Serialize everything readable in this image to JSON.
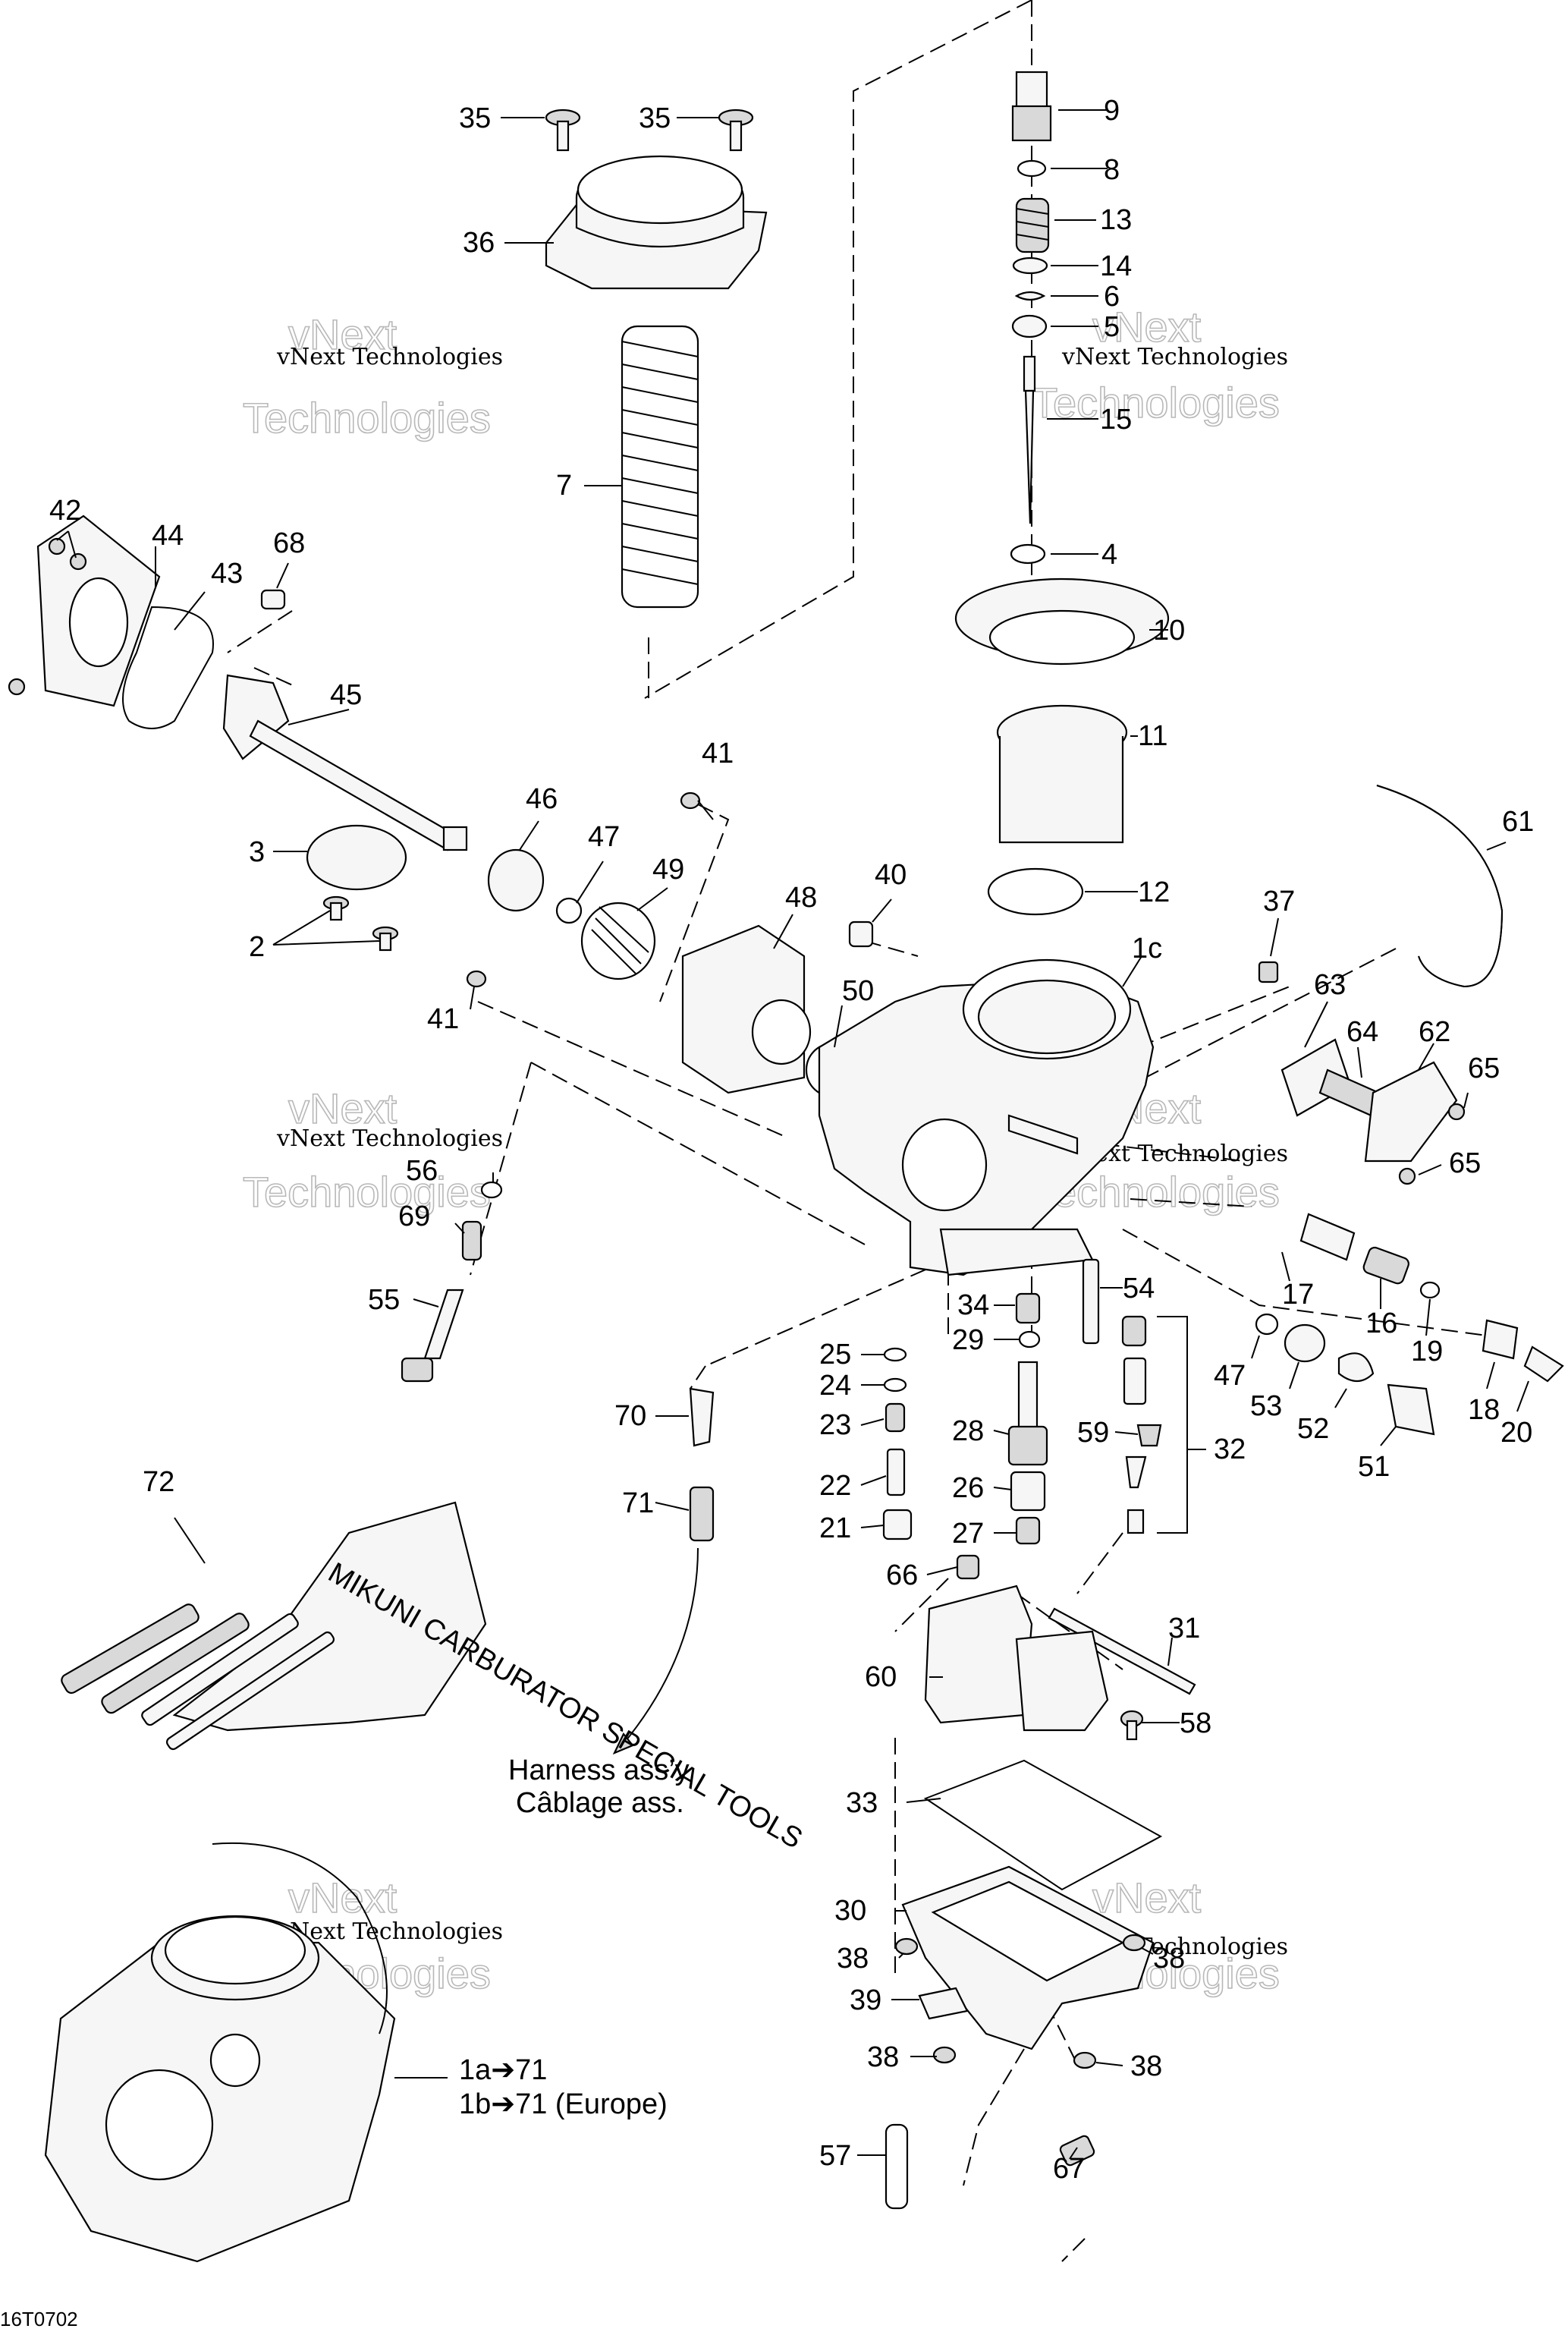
{
  "diagram": {
    "ref_code": "16T0702",
    "harness_note": {
      "en": "Harness ass’y",
      "fr": "Câblage ass."
    },
    "assembly_note": {
      "line1": "1a➔71",
      "line2": "1b➔71 (Europe)"
    },
    "watermark": {
      "line1": "vNext Technologies",
      "big1": "vNext",
      "big2": "Technologies"
    },
    "callouts": {
      "c35a": "35",
      "c35b": "35",
      "c36": "36",
      "c7": "7",
      "c42": "42",
      "c44": "44",
      "c43": "43",
      "c68": "68",
      "c45": "45",
      "c3": "3",
      "c2": "2",
      "c46": "46",
      "c47a": "47",
      "c49": "49",
      "c41a": "41",
      "c41b": "41",
      "c48": "48",
      "c50": "50",
      "c40": "40",
      "c9": "9",
      "c8": "8",
      "c13": "13",
      "c14": "14",
      "c6": "6",
      "c5": "5",
      "c15": "15",
      "c4": "4",
      "c10": "10",
      "c11": "11",
      "c12": "12",
      "c1c": "1c",
      "c61": "61",
      "c37": "37",
      "c63": "63",
      "c64": "64",
      "c62": "62",
      "c65a": "65",
      "c65b": "65",
      "c56": "56",
      "c69": "69",
      "c55": "55",
      "c17": "17",
      "c16": "16",
      "c19": "19",
      "c47b": "47",
      "c53": "53",
      "c52": "52",
      "c51": "51",
      "c18": "18",
      "c20": "20",
      "c34": "34",
      "c54": "54",
      "c29": "29",
      "c25": "25",
      "c24": "24",
      "c23": "23",
      "c28": "28",
      "c59": "59",
      "c32": "32",
      "c22": "22",
      "c26": "26",
      "c21": "21",
      "c27": "27",
      "c66": "66",
      "c70": "70",
      "c71": "71",
      "c72": "72",
      "c31": "31",
      "c60": "60",
      "c58": "58",
      "c33": "33",
      "c30": "30",
      "c38a": "38",
      "c38b": "38",
      "c38c": "38",
      "c38d": "38",
      "c39": "39",
      "c57": "57",
      "c67": "67"
    },
    "tool_kit_label": "MIKUNI CARBURATOR SPECIAL TOOLS"
  }
}
